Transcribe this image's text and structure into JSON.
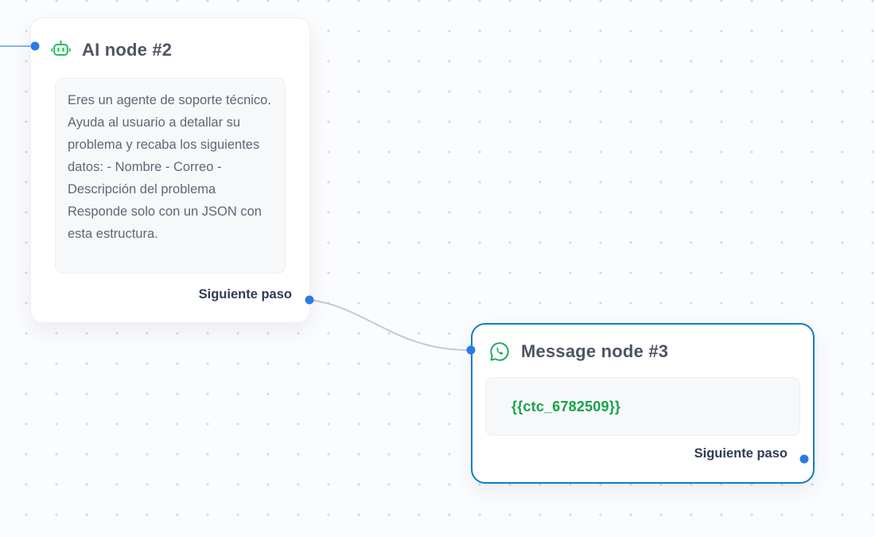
{
  "canvas": {
    "background": "#fbfcfd",
    "grid_dot_color": "#d6dadf"
  },
  "colors": {
    "accent_blue": "#2a7be4",
    "selected_node_border": "#0e7dc6",
    "connector_gray": "#c3cad3",
    "entry_line_blue": "#86b9e6",
    "robot_icon_green": "#1ec15f",
    "whatsapp_green": "#1daa61",
    "variable_text_green": "#16a34a"
  },
  "nodes": [
    {
      "title": "AI node #2",
      "icon": "robot-icon",
      "prompt_text": "Eres un agente de soporte técnico. Ayuda al usuario a detallar su problema y recaba los siguientes datos: - Nombre - Correo - Descripción del problema Responde solo con un JSON con esta estructura.",
      "next_step_label": "Siguiente paso"
    },
    {
      "title": "Message node #3",
      "icon": "whatsapp-icon",
      "message_text": "{{ctc_6782509}}",
      "next_step_label": "Siguiente paso"
    }
  ]
}
